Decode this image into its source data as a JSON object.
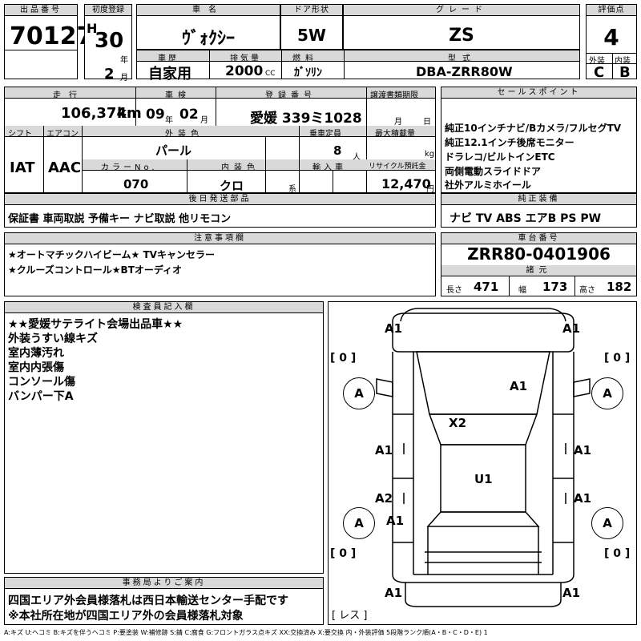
{
  "top": {
    "lot_label": "出品番号",
    "lot_no": "70127",
    "first_reg_label": "初度登録",
    "era": "H",
    "year": "30",
    "year_unit": "年",
    "month": "2",
    "month_unit": "月",
    "car_name_label": "車名",
    "car_name": "ｳﾞｫｸｼｰ",
    "door_label": "ドア形状",
    "door": "5W",
    "grade_label": "グレード",
    "grade": "ZS",
    "score_label": "評価点",
    "score": "4",
    "history_label": "車歴",
    "history": "自家用",
    "displacement_label": "排気量",
    "displacement": "2000",
    "displacement_unit": "CC",
    "fuel_label": "燃料",
    "fuel": "ｶﾞｿﾘﾝ",
    "model_label": "型式",
    "model": "DBA-ZRR80W",
    "ext_label": "外装",
    "ext": "C",
    "int_label": "内装",
    "int": "B"
  },
  "row2": {
    "mileage_label": "走行",
    "mileage": "106,374",
    "mileage_unit": "km",
    "inspection_label": "車検",
    "insp_year": "09",
    "insp_year_unit": "年",
    "insp_month": "02",
    "insp_month_unit": "月",
    "reg_no_label": "登録番号",
    "reg_no": "愛媛 339ミ1028",
    "transfer_label": "譲渡書類期限",
    "transfer_month": "月",
    "transfer_day": "日",
    "shift_label": "シフト",
    "shift": "IAT",
    "aircon_label": "エアコン",
    "aircon": "AAC",
    "ext_color_label": "外装色",
    "ext_color": "パール",
    "capacity_label": "乗車定員",
    "capacity": "8",
    "capacity_unit": "人",
    "max_load_label": "最大積載量",
    "max_load_unit": "kg",
    "color_no_label": "カラーNo.",
    "color_no": "070",
    "int_color_label": "内装色",
    "int_color": "クロ",
    "int_color_unit": "系",
    "import_label": "輸入車",
    "recycle_label": "リサイクル預託金",
    "recycle": "12,470",
    "recycle_unit": "円"
  },
  "sales": {
    "label": "セールスポイント",
    "items": [
      "純正10インチナビ/Bカメラ/フルセグTV",
      "純正12.1インチ後席モニター",
      "ドラレコ/ビルトインETC",
      "両側電動スライドドア",
      "社外アルミホイール"
    ]
  },
  "later_parts": {
    "label": "後日発送部品",
    "value": "保証書 車両取説 予備キー ナビ取説 他リモコン"
  },
  "equipment": {
    "label": "純正装備",
    "value": "ナビ TV ABS エアB PS PW"
  },
  "notes": {
    "label": "注意事項欄",
    "lines": [
      "★オートマチックハイビーム★ TVキャンセラー",
      "★クルーズコントロール★BTオーディオ"
    ]
  },
  "chassis": {
    "label": "車台番号",
    "value": "ZRR80-0401906",
    "dims_label": "諸元",
    "length_label": "長さ",
    "length": "471",
    "width_label": "幅",
    "width": "173",
    "height_label": "高さ",
    "height": "182"
  },
  "inspector": {
    "label": "検査員記入欄",
    "lines": [
      "★★愛媛サテライト会場出品車★★",
      "外装うすい線キズ",
      "室内薄汚れ",
      "室内内張傷",
      "コンソール傷",
      "バンパー下A"
    ]
  },
  "diagram": {
    "marks": {
      "front_left": "A1",
      "front_right": "A1",
      "hood": "A1",
      "windshield": "X2",
      "left_front_door": "A1",
      "right_front_door": "A1",
      "left_rear_door": "A2",
      "right_rear_door": "A1",
      "roof": "U1",
      "left_rear_fender": "A1",
      "rear_left": "A1",
      "rear_right": "A1",
      "wheel_fl": "A",
      "wheel_rl": "A",
      "wheel_fr": "A",
      "wheel_rr": "A"
    },
    "brackets": {
      "b1": "[ 0 ]",
      "b2": "[ 0 ]",
      "b3": "[ 0 ]",
      "b4": "[ 0 ]",
      "spare": "[ レス ]"
    }
  },
  "office": {
    "label": "事務局よりご案内",
    "lines": [
      "四国エリア外会員様落札は西日本輸送センター手配です",
      "※本社所在地が四国エリア外の会員様落札対象"
    ]
  },
  "legend": "A:キズ U:ヘコミ B:キズを伴うヘコミ P:要塗装 W:補修跡 S:錆 C:腐食 G:フロントガラス点キズ XX:交換済み X:要交換 内・外装評価 5段階ランク順(A・B・C・D・E) 1"
}
